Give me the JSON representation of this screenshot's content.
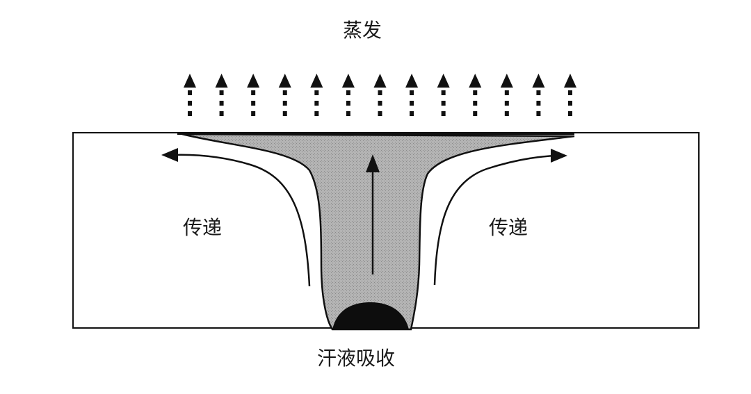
{
  "labels": {
    "evaporation": "蒸发",
    "transfer_left": "传递",
    "transfer_right": "传递",
    "sweat_absorption": "汗液吸收"
  },
  "colors": {
    "line": "#111111",
    "fabric_fill": "#ffffff",
    "sweat_fill": "#a9a9a9",
    "sweat_drop": "#0d0d0d"
  },
  "arrow_counts": {
    "evaporation_arrows": 13
  }
}
